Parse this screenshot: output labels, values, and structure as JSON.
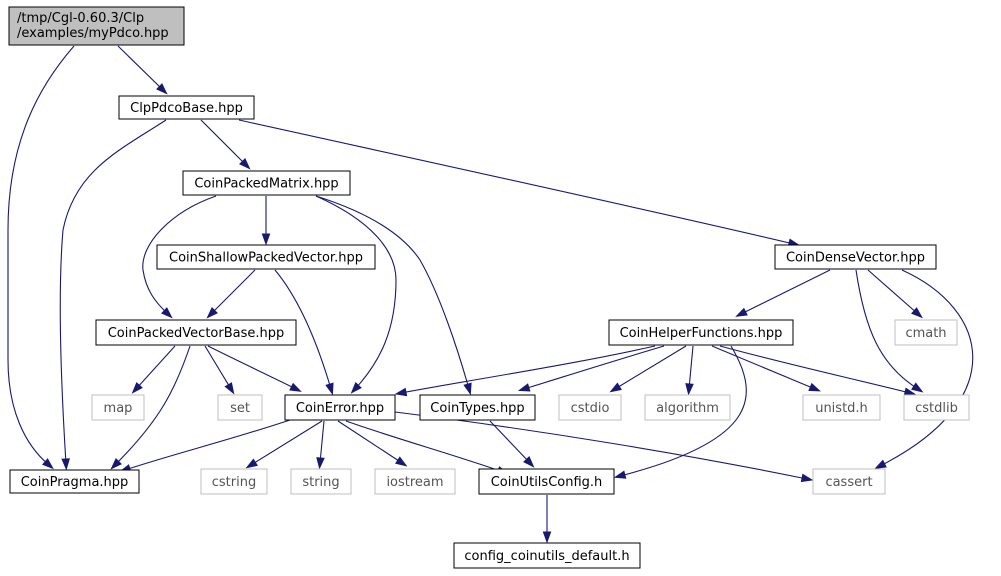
{
  "graph": {
    "nodes": [
      {
        "id": "root",
        "lines": [
          "/tmp/Cgl-0.60.3/Clp",
          "/examples/myPdco.hpp"
        ],
        "kind": "root"
      },
      {
        "id": "clppdcobase",
        "lines": [
          "ClpPdcoBase.hpp"
        ],
        "kind": "file"
      },
      {
        "id": "coinpragma",
        "lines": [
          "CoinPragma.hpp"
        ],
        "kind": "file"
      },
      {
        "id": "coinpackedmatrix",
        "lines": [
          "CoinPackedMatrix.hpp"
        ],
        "kind": "file"
      },
      {
        "id": "coindensevector",
        "lines": [
          "CoinDenseVector.hpp"
        ],
        "kind": "file"
      },
      {
        "id": "coinshallowpackedvector",
        "lines": [
          "CoinShallowPackedVector.hpp"
        ],
        "kind": "file"
      },
      {
        "id": "coinpackedvectorbase",
        "lines": [
          "CoinPackedVectorBase.hpp"
        ],
        "kind": "file"
      },
      {
        "id": "coinhelperfunctions",
        "lines": [
          "CoinHelperFunctions.hpp"
        ],
        "kind": "file"
      },
      {
        "id": "cmath",
        "lines": [
          "cmath"
        ],
        "kind": "system"
      },
      {
        "id": "map",
        "lines": [
          "map"
        ],
        "kind": "system"
      },
      {
        "id": "set",
        "lines": [
          "set"
        ],
        "kind": "system"
      },
      {
        "id": "coinerror",
        "lines": [
          "CoinError.hpp"
        ],
        "kind": "file"
      },
      {
        "id": "cointypes",
        "lines": [
          "CoinTypes.hpp"
        ],
        "kind": "file"
      },
      {
        "id": "cstdio",
        "lines": [
          "cstdio"
        ],
        "kind": "system"
      },
      {
        "id": "algorithm",
        "lines": [
          "algorithm"
        ],
        "kind": "system"
      },
      {
        "id": "unistd",
        "lines": [
          "unistd.h"
        ],
        "kind": "system"
      },
      {
        "id": "cstdlib",
        "lines": [
          "cstdlib"
        ],
        "kind": "system"
      },
      {
        "id": "cstring",
        "lines": [
          "cstring"
        ],
        "kind": "system"
      },
      {
        "id": "string",
        "lines": [
          "string"
        ],
        "kind": "system"
      },
      {
        "id": "iostream",
        "lines": [
          "iostream"
        ],
        "kind": "system"
      },
      {
        "id": "coinutilsconfig",
        "lines": [
          "CoinUtilsConfig.h"
        ],
        "kind": "file"
      },
      {
        "id": "cassert",
        "lines": [
          "cassert"
        ],
        "kind": "system"
      },
      {
        "id": "configdefault",
        "lines": [
          "config_coinutils_default.h"
        ],
        "kind": "file"
      }
    ],
    "edges": [
      {
        "from": "root",
        "to": "clppdcobase"
      },
      {
        "from": "root",
        "to": "coinpragma"
      },
      {
        "from": "clppdcobase",
        "to": "coinpragma"
      },
      {
        "from": "clppdcobase",
        "to": "coinpackedmatrix"
      },
      {
        "from": "clppdcobase",
        "to": "coindensevector"
      },
      {
        "from": "coinpackedmatrix",
        "to": "coinshallowpackedvector"
      },
      {
        "from": "coinpackedmatrix",
        "to": "coinpackedvectorbase"
      },
      {
        "from": "coinpackedmatrix",
        "to": "coinerror"
      },
      {
        "from": "coinpackedmatrix",
        "to": "cointypes"
      },
      {
        "from": "coinshallowpackedvector",
        "to": "coinpackedvectorbase"
      },
      {
        "from": "coinshallowpackedvector",
        "to": "coinerror"
      },
      {
        "from": "coinpackedvectorbase",
        "to": "map"
      },
      {
        "from": "coinpackedvectorbase",
        "to": "set"
      },
      {
        "from": "coinpackedvectorbase",
        "to": "coinerror"
      },
      {
        "from": "coinpackedvectorbase",
        "to": "coinpragma"
      },
      {
        "from": "coindensevector",
        "to": "coinhelperfunctions"
      },
      {
        "from": "coindensevector",
        "to": "cmath"
      },
      {
        "from": "coindensevector",
        "to": "cstdlib"
      },
      {
        "from": "coindensevector",
        "to": "cassert"
      },
      {
        "from": "coinhelperfunctions",
        "to": "coinerror"
      },
      {
        "from": "coinhelperfunctions",
        "to": "cointypes"
      },
      {
        "from": "coinhelperfunctions",
        "to": "cstdio"
      },
      {
        "from": "coinhelperfunctions",
        "to": "algorithm"
      },
      {
        "from": "coinhelperfunctions",
        "to": "unistd"
      },
      {
        "from": "coinhelperfunctions",
        "to": "cstdlib"
      },
      {
        "from": "coinhelperfunctions",
        "to": "coinutilsconfig"
      },
      {
        "from": "coinerror",
        "to": "coinpragma"
      },
      {
        "from": "coinerror",
        "to": "cstring"
      },
      {
        "from": "coinerror",
        "to": "string"
      },
      {
        "from": "coinerror",
        "to": "iostream"
      },
      {
        "from": "coinerror",
        "to": "coinutilsconfig"
      },
      {
        "from": "coinerror",
        "to": "cassert"
      },
      {
        "from": "cointypes",
        "to": "coinutilsconfig"
      },
      {
        "from": "coinutilsconfig",
        "to": "configdefault"
      }
    ]
  }
}
